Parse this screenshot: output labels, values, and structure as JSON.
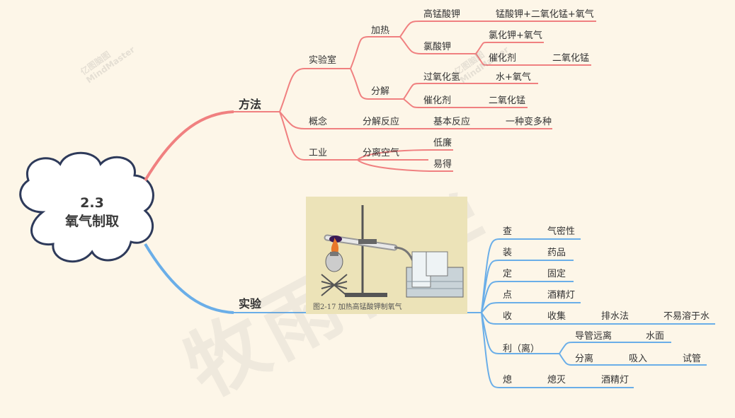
{
  "root": {
    "line1": "2.3",
    "line2": "氧气制取"
  },
  "watermarks": {
    "logo_cn": "亿图脑图",
    "logo_en": "MindMaster",
    "big": "牧雨科学"
  },
  "branches": {
    "method": {
      "label": "方法",
      "lab": {
        "label": "实验室",
        "heat": {
          "label": "加热",
          "kmno4": {
            "label": "高锰酸钾",
            "product": "锰酸钾+二氧化锰+氧气"
          },
          "kclo3": {
            "label": "氯酸钾",
            "product": "氯化钾+氧气",
            "catalyst": "催化剂",
            "catalyst_value": "二氧化锰"
          }
        },
        "decompose": {
          "label": "分解",
          "h2o2": {
            "label": "过氧化氢",
            "product": "水+氧气"
          },
          "catalyst": {
            "label": "催化剂",
            "value": "二氧化锰"
          }
        }
      },
      "concept": {
        "label": "概念",
        "c1": "分解反应",
        "c2": "基本反应",
        "c3": "一种变多种"
      },
      "industry": {
        "label": "工业",
        "method": "分离空气",
        "adv1": "低廉",
        "adv2": "易得"
      }
    },
    "experiment": {
      "label": "实验",
      "image_caption": "图2-17  加热高锰酸钾制氧气",
      "steps": [
        {
          "key": "查",
          "value": "气密性"
        },
        {
          "key": "装",
          "value": "药品"
        },
        {
          "key": "定",
          "value": "固定"
        },
        {
          "key": "点",
          "value": "酒精灯"
        },
        {
          "key": "收",
          "value": "收集",
          "v2": "排水法",
          "v3": "不易溶于水"
        },
        {
          "key": "利（离）",
          "sub1": "导管远离",
          "sub1b": "水面",
          "sub2": "分离",
          "sub2b": "吸入",
          "sub2c": "试管"
        },
        {
          "key": "熄",
          "value": "熄灭",
          "v2": "酒精灯"
        }
      ]
    }
  },
  "colors": {
    "method_line": "#f08080",
    "experiment_line": "#6aaee8",
    "root_border": "#2e3a5a",
    "background": "#fdf6e8"
  }
}
